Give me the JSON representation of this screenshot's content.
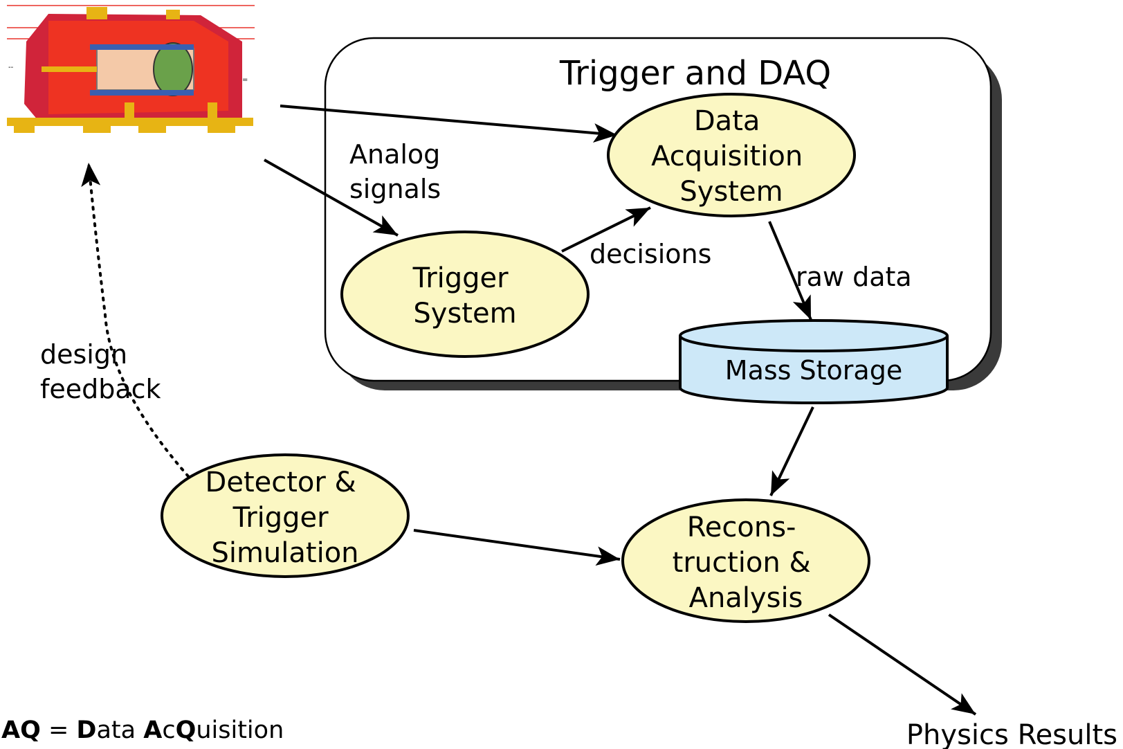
{
  "group": {
    "title": "Trigger and DAQ"
  },
  "nodes": {
    "daq": {
      "lines": [
        "Data",
        "Acquisition",
        "System"
      ]
    },
    "trigger": {
      "lines": [
        "Trigger",
        "System"
      ]
    },
    "storage": {
      "label": "Mass Storage"
    },
    "simulation": {
      "lines": [
        "Detector &",
        "Trigger",
        "Simulation"
      ]
    },
    "reco": {
      "lines": [
        "Recons-",
        "truction &",
        "Analysis"
      ]
    },
    "results": {
      "label": "Physics Results"
    }
  },
  "edge_labels": {
    "analog": [
      "Analog",
      "signals"
    ],
    "decisions": "decisions",
    "raw_data": "raw data",
    "feedback": [
      "design",
      "feedback"
    ]
  },
  "footnote": {
    "parts": [
      {
        "text": "AQ",
        "bold": true
      },
      {
        "text": " = ",
        "bold": false
      },
      {
        "text": "D",
        "bold": true
      },
      {
        "text": "ata ",
        "bold": false
      },
      {
        "text": "A",
        "bold": true
      },
      {
        "text": "c",
        "bold": false
      },
      {
        "text": "Q",
        "bold": true
      },
      {
        "text": "uisition",
        "bold": false
      }
    ]
  },
  "colors": {
    "ellipse_fill": "#fbf7c3",
    "storage_fill": "#cde8f8",
    "detector_red": "#e8322a",
    "shadow": "#3a3a3a"
  },
  "icons": {
    "detector": "detector-cutaway-image"
  }
}
